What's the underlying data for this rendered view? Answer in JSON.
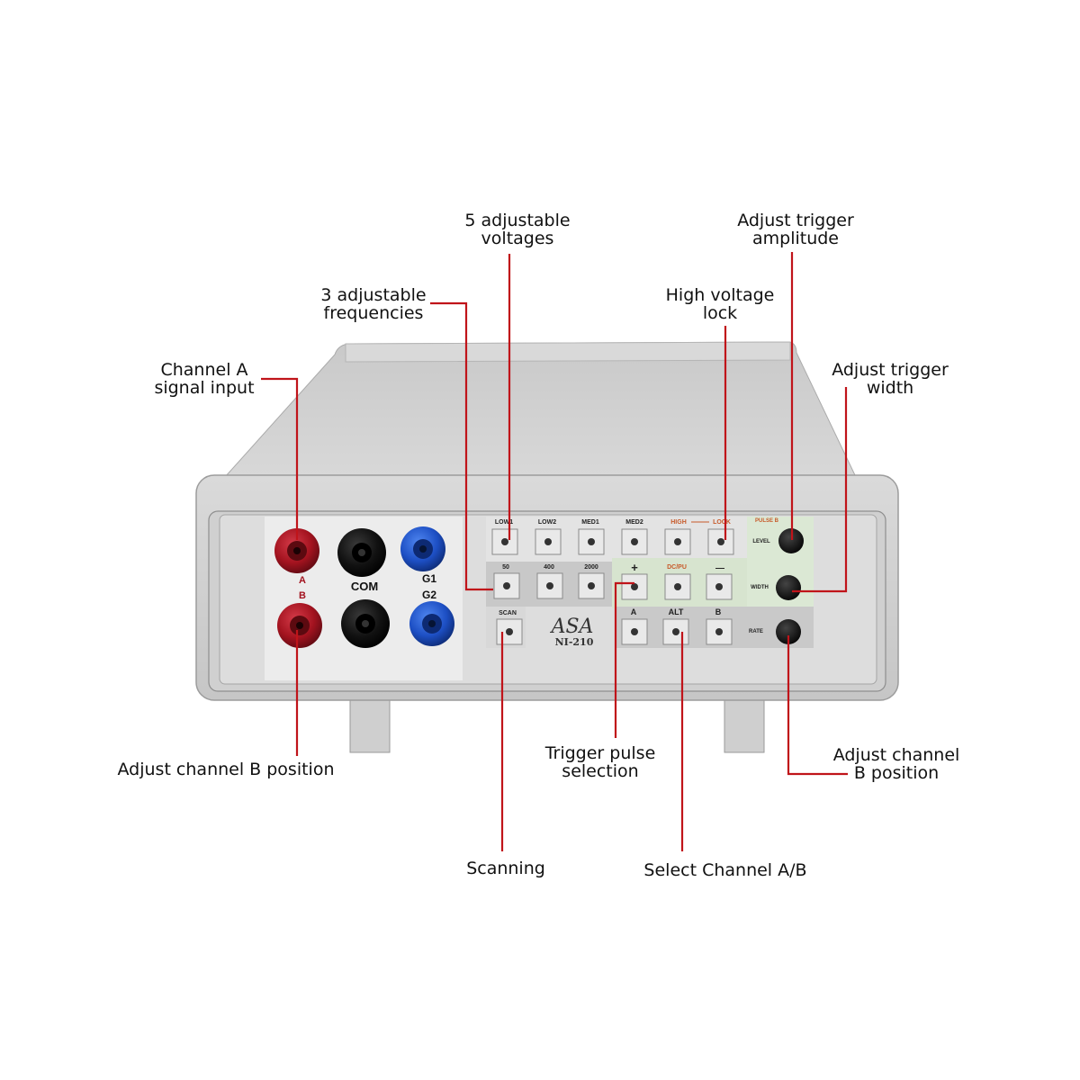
{
  "callouts": {
    "channel_a": "Channel A\nsignal input",
    "three_freq": "3 adjustable\nfrequencies",
    "five_volt": "5 adjustable\nvoltages",
    "high_lock": "High voltage\nlock",
    "trig_amp": "Adjust trigger\namplitude",
    "trig_width": "Adjust trigger\nwidth",
    "chan_b_left": "Adjust channel B position",
    "trig_pulse": "Trigger pulse\nselection",
    "chan_b_right": "Adjust channel\nB position",
    "scanning": "Scanning",
    "select_ab": "Select Channel A/B"
  },
  "panel": {
    "jack_a": "A",
    "jack_b": "B",
    "com": "COM",
    "g1": "G1",
    "g2": "G2",
    "btn_low1": "LOW1",
    "btn_low2": "LOW2",
    "btn_med1": "MED1",
    "btn_med2": "MED2",
    "btn_high": "HIGH",
    "btn_lock": "LOCK",
    "pulse": "PULSE B",
    "freq_1": "50",
    "freq_2": "400",
    "freq_3": "2000",
    "plus": "+",
    "dcpu": "DC/PU",
    "minus": "—",
    "scan": "SCAN",
    "ch_a": "A",
    "alt": "ALT",
    "ch_b": "B",
    "level": "LEVEL",
    "width": "WIDTH",
    "rate": "RATE",
    "brand": "ASA",
    "model": "NI-210"
  },
  "colors": {
    "leader": "#c0141a",
    "jack_red": "#a3131f",
    "jack_blue": "#1d4fc4",
    "jack_black": "#0c0c0c",
    "green_panel": "#dbe8d4",
    "housing": "#d3d3d3"
  }
}
